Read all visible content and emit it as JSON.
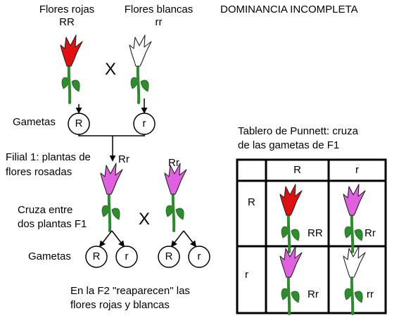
{
  "header": {
    "title": "DOMINANCIA INCOMPLETA",
    "parent_red_label": "Flores rojas",
    "parent_red_genotype": "RR",
    "parent_white_label": "Flores blancas",
    "parent_white_genotype": "rr",
    "cross_symbol": "X"
  },
  "gametes_label": "Gametas",
  "gamete_R": "R",
  "gamete_r": "r",
  "f1": {
    "label_line1": "Filial 1: plantas de",
    "label_line2": "flores rosadas",
    "genotype": "Rr"
  },
  "f1_cross": {
    "label_line1": "Cruza entre",
    "label_line2": "dos plantas F1",
    "symbol": "X"
  },
  "f2_note": {
    "line1": "En la F2 \"reaparecen\" las",
    "line2": "flores rojas y blancas"
  },
  "punnett": {
    "title_line1": "Tablero de Punnett: cruza",
    "title_line2": "de las gametas de F1",
    "col_headers": [
      "R",
      "r"
    ],
    "row_headers": [
      "R",
      "r"
    ],
    "cells": [
      "RR",
      "Rr",
      "Rr",
      "rr"
    ]
  },
  "colors": {
    "red_flower": "#e01010",
    "pink_flower": "#e060e0",
    "white_flower": "#ffffff",
    "stem": "#2e8b2e",
    "line": "#000000"
  }
}
